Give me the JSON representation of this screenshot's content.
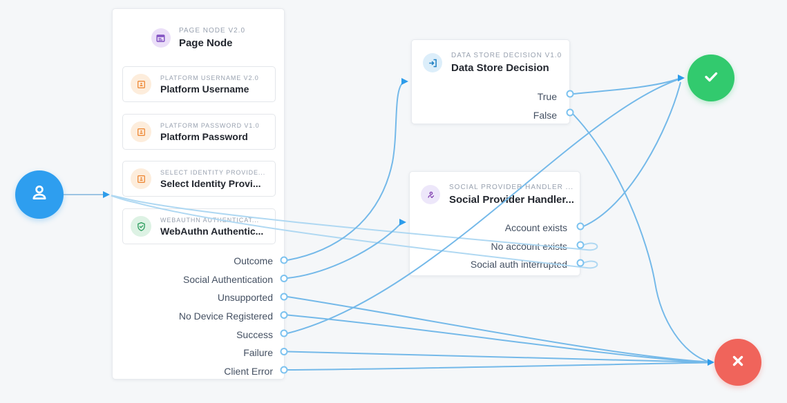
{
  "canvas": {
    "background": "#F5F7F9"
  },
  "palette": {
    "edge_blue": "#74B9E9",
    "edge_light_blue": "#AFD8F2",
    "arrow_blue": "#2D9CEA",
    "connector_stroke": "#7CC2EF",
    "start_blue": "#2E9EEF",
    "success_green": "#32CA6E",
    "failure_red": "#F0645B",
    "purple_icon": "#7E4CC0",
    "purple_icon_bg": "#EBDFF8",
    "orange_icon": "#EE8B3A",
    "orange_icon_bg": "#FDEDDC",
    "green_icon": "#2F9E60",
    "green_icon_bg": "#DDF2E4",
    "blue_icon": "#1E7FC2",
    "blue_icon_bg": "#DCEEFA",
    "lavender_icon": "#8240B0",
    "lavender_icon_bg": "#EDE7FA"
  },
  "start_node": {
    "icon": "user-icon"
  },
  "page_node": {
    "caption": "PAGE NODE V2.0",
    "title": "Page Node",
    "children": [
      {
        "caption": "PLATFORM USERNAME V2.0",
        "title": "Platform Username",
        "icon": "badge-icon"
      },
      {
        "caption": "PLATFORM PASSWORD V1.0",
        "title": "Platform Password",
        "icon": "badge-icon"
      },
      {
        "caption": "SELECT IDENTITY PROVIDE...",
        "title": "Select Identity Provi...",
        "icon": "badge-icon"
      },
      {
        "caption": "WEBAUTHN AUTHENTICAT...",
        "title": "WebAuthn Authentic...",
        "icon": "shield-check-icon"
      }
    ],
    "outcomes": [
      "Outcome",
      "Social Authentication",
      "Unsupported",
      "No Device Registered",
      "Success",
      "Failure",
      "Client Error"
    ]
  },
  "data_store_decision": {
    "caption": "DATA STORE DECISION V1.0",
    "title": "Data Store Decision",
    "icon": "login-icon",
    "outcomes": [
      "True",
      "False"
    ]
  },
  "social_provider_handler": {
    "caption": "SOCIAL PROVIDER HANDLER ...",
    "title": "Social Provider Handler...",
    "icon": "person-check-icon",
    "outcomes": [
      "Account exists",
      "No account exists",
      "Social auth interrupted"
    ]
  },
  "success_node": {
    "icon": "check-icon"
  },
  "failure_node": {
    "icon": "close-icon"
  },
  "edges": [
    {
      "from": "start",
      "to": "page-node"
    },
    {
      "from": "page-node:Outcome",
      "to": "data-store-decision"
    },
    {
      "from": "page-node:Social Authentication",
      "to": "social-provider-handler"
    },
    {
      "from": "page-node:Unsupported",
      "to": "failure-node"
    },
    {
      "from": "page-node:No Device Registered",
      "to": "failure-node"
    },
    {
      "from": "page-node:Success",
      "to": "success-node"
    },
    {
      "from": "page-node:Failure",
      "to": "failure-node"
    },
    {
      "from": "page-node:Client Error",
      "to": "failure-node"
    },
    {
      "from": "data-store-decision:True",
      "to": "success-node"
    },
    {
      "from": "data-store-decision:False",
      "to": "failure-node"
    },
    {
      "from": "social-provider-handler:Account exists",
      "to": "success-node"
    },
    {
      "from": "social-provider-handler:No account exists",
      "to": "page-node"
    },
    {
      "from": "social-provider-handler:Social auth interrupted",
      "to": "page-node"
    }
  ]
}
